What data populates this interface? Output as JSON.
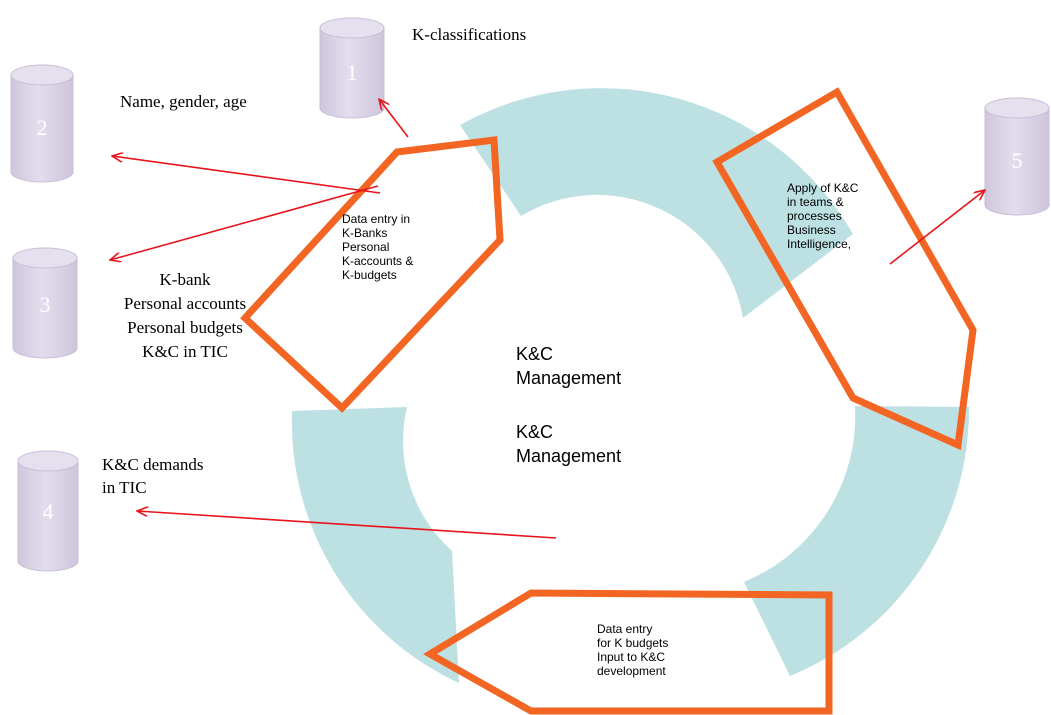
{
  "colors": {
    "ring": "#bde0e2",
    "pentagon_stroke": "#f26522",
    "arrow": "#e8141c",
    "db_fill": "#dcd5e6",
    "db_stroke": "#c7bfd6",
    "db_number": "#ffffff"
  },
  "center": {
    "label_1": "K&C\nManagement",
    "label_2": "K&C\nManagement"
  },
  "databases": [
    {
      "number": "1",
      "label": "K-classifications"
    },
    {
      "number": "2",
      "label": "Name, gender, age"
    },
    {
      "number": "3",
      "label": "K-bank\nPersonal accounts\nPersonal budgets\nK&C in TIC"
    },
    {
      "number": "4",
      "label": "K&C demands\nin TIC"
    },
    {
      "number": "5",
      "label": ""
    }
  ],
  "pentagons": {
    "data_entry_k_banks": "Data entry in\n K-Banks\nPersonal\nK-accounts &\nK-budgets",
    "apply_kc": "Apply of K&C\nin teams &\nprocesses\nBusiness\nIntelligence,",
    "data_entry_budgets": "Data entry\nfor K budgets\nInput to K&C\ndevelopment"
  }
}
